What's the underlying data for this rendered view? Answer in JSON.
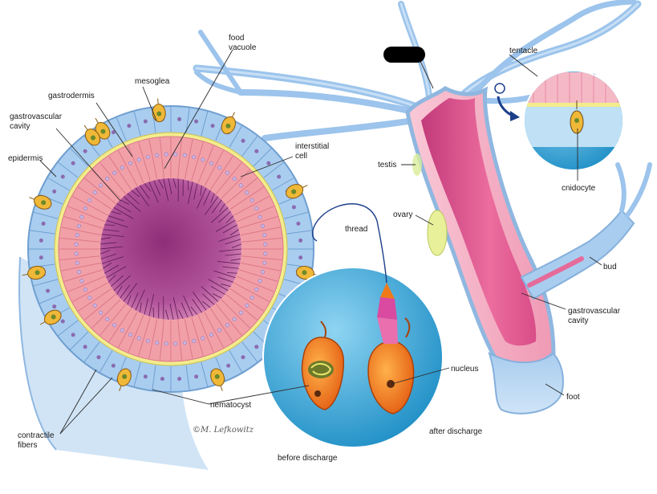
{
  "labels": {
    "food_vacuole": [
      "food",
      "vacuole"
    ],
    "mesoglea": "mesoglea",
    "gastrodermis": "gastrodermis",
    "gastrovascular_cavity_left": [
      "gastrovascular",
      "cavity"
    ],
    "epidermis": "epidermis",
    "interstitial_cell": [
      "interstitial",
      "cell"
    ],
    "thread": "thread",
    "tentacle": "tentacle",
    "testis": "testis",
    "ovary": "ovary",
    "cnidocyte": "cnidocyte",
    "bud": "bud",
    "gastrovascular_cavity_right": [
      "gastrovascular",
      "cavity"
    ],
    "nucleus": "nucleus",
    "foot": "foot",
    "nematocyst": "nematocyst",
    "contractile_fibers": [
      "contractile",
      "fibers"
    ],
    "after_discharge": "after discharge",
    "before_discharge": "before discharge"
  },
  "signature": "©M. Lefkowitz",
  "colors": {
    "epidermis": "#9fc6ea",
    "mesoglea": "#f2ec9a",
    "gastrodermis": "#f2a0a8",
    "cavity": "#a2408a",
    "cnidocyte": "#f0b838",
    "inset_bg": "#3aa9d8",
    "body_wall": "#f6b3c4",
    "body_cavity": "#e05a90",
    "tentacle": "#a9cdef",
    "nematocyst": "#f07a1a"
  }
}
